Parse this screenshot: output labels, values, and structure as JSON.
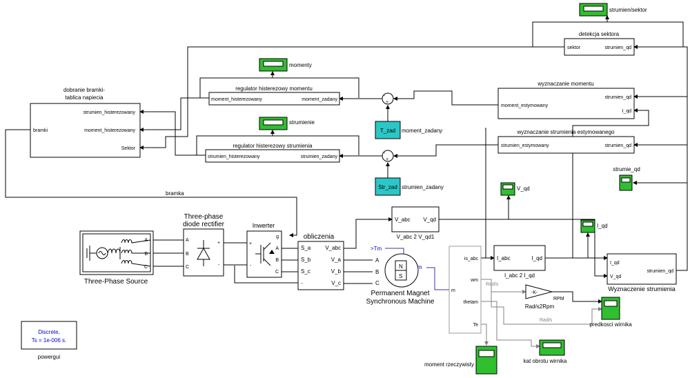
{
  "blocks": {
    "dobranie": {
      "title1": "dobranie bramki-",
      "title2": "tablica napiecia",
      "in1": "strumien_histerezowany",
      "in2": "moment_histerezowany",
      "in3": "Sektor",
      "out": "bramki"
    },
    "reg_moment": {
      "title": "regulator histerezowy momentu",
      "out": "moment_histerezowany",
      "in": "moment_zadany"
    },
    "reg_strumien": {
      "title": "regulator histerezowy strumienia",
      "out": "strumien_histerezowany",
      "in": "strumien_zadany"
    },
    "detekcja": {
      "title": "detekcja sektora",
      "out": "sektor",
      "in": "strumien_qd"
    },
    "wyz_moment": {
      "title": "wyznaczanie momentu",
      "out": "moment_estymowany",
      "in1": "strumien_qd",
      "in2": "I_qd"
    },
    "wyz_strumien": {
      "title": "wyznaczanie strumienia estymowanego",
      "out": "strumien_estymowany",
      "in": "strumien_qd"
    },
    "t_zad": {
      "label": "T_zad",
      "name": "moment_zadany"
    },
    "str_zad": {
      "label": "Str_zad",
      "name": "strumien_zadany"
    },
    "source": {
      "name": "Three-Phase Source",
      "a": "A",
      "b": "B",
      "c": "C"
    },
    "rectifier": {
      "name1": "Three-phase",
      "name2": "diode rectifier",
      "a": "A",
      "b": "B",
      "c": "C",
      "plus": "+",
      "minus": "-"
    },
    "inverter": {
      "name": "Inwerter",
      "g": "g",
      "a": "A",
      "b": "B",
      "c": "C",
      "plus": "+",
      "minus": "-"
    },
    "obliczenia": {
      "name": "obliczenia",
      "in1": "S_a",
      "in2": "S_b",
      "in3": "S_c",
      "in4": "-",
      "out1": "V_abc",
      "out2": "V_a",
      "out3": "V_b",
      "out4": "V_c"
    },
    "pmsm": {
      "name1": "Permanent Magnet",
      "name2": "Synchronous Machine",
      "tm": ">Tm",
      "m": "m",
      "a": "A",
      "b": "B",
      "c": "C",
      "n": "N",
      "s": "S"
    },
    "vabc2vqd": {
      "in": "V_abc",
      "out": "V_qd",
      "name": "V_abc 2 V_qd1"
    },
    "iabc2iqd": {
      "in": "I_abc",
      "out": "I_qd",
      "name": "I_abc 2 I_qd"
    },
    "demux": {
      "p1": "is_abc",
      "p2": "wm",
      "p3": "thetam",
      "p4": "Te",
      "in": "m"
    },
    "gain": {
      "k": "-K-",
      "name": "Rad/s2Rpm",
      "out": "RPM",
      "rad1": "Rad/s",
      "rad2": "Rad/s"
    },
    "wyz_str": {
      "name": "Wyznaczenie strumienia",
      "in1": "I_qd",
      "in2": "V_qd",
      "out": "strumien_qd"
    },
    "powergui": {
      "line1": "Discrete,",
      "line2": "Ts = 1e-006 s.",
      "name": "powergui"
    }
  },
  "scopes": {
    "s1": "strumien/sektor",
    "s2": "momenty",
    "s3": "strumienie",
    "s4": "V_qd",
    "s5": "I_qd",
    "s6": "strumie_qd",
    "s7": "predkosci wirnika",
    "s8": "kat obrotu wirnika",
    "s9": "moment rzeczywisty"
  },
  "signals": {
    "bramka": "bramka"
  },
  "colors": {
    "scope": "#2fbf2f",
    "constant": "#2cc6c6",
    "powergui_text": "#0000cc"
  }
}
